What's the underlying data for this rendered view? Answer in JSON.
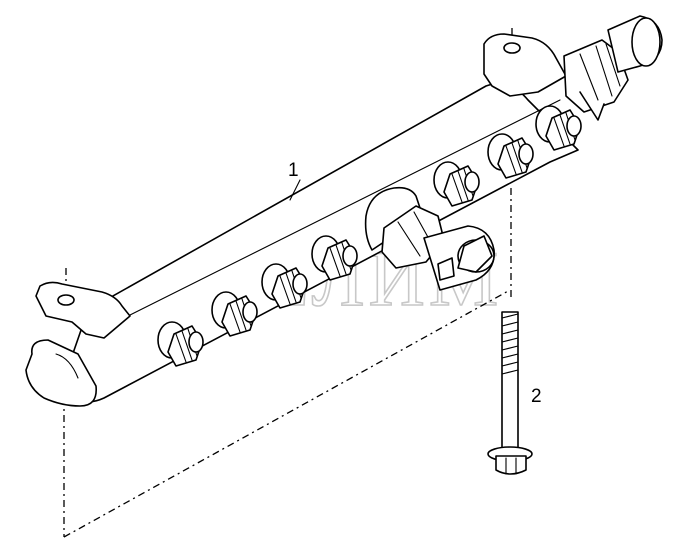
{
  "callouts": {
    "fuel_rail": "1",
    "bolt": "2"
  },
  "watermark": "СЕЛИМ"
}
